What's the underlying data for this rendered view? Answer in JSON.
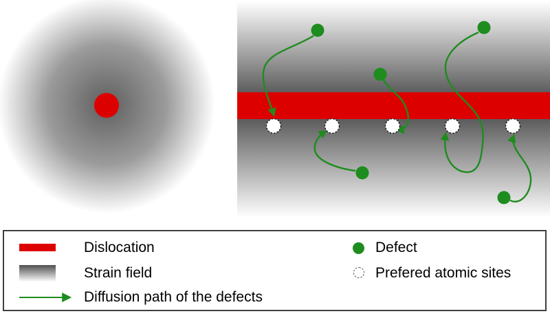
{
  "diagram": {
    "type": "materials-science-schematic",
    "left_panel": "radial strain field around a single dislocation core",
    "right_panel": "edge dislocation line with strain field, preferred atomic sites and defect diffusion paths",
    "defect_count": 5,
    "preferred_site_count": 5
  },
  "colors": {
    "dislocation_red": "#dd0000",
    "defect_green": "#1e8c1e",
    "strain_dark_gray": "#5e5e5e",
    "background": "#ffffff",
    "legend_border": "#3f3f3f"
  },
  "legend": {
    "dislocation": {
      "label": "Dislocation"
    },
    "strain_field": {
      "label": "Strain field"
    },
    "diffusion_path": {
      "label": "Diffusion path of the defects"
    },
    "defect": {
      "label": "Defect"
    },
    "preferred_sites": {
      "label": "Prefered atomic sites"
    }
  }
}
